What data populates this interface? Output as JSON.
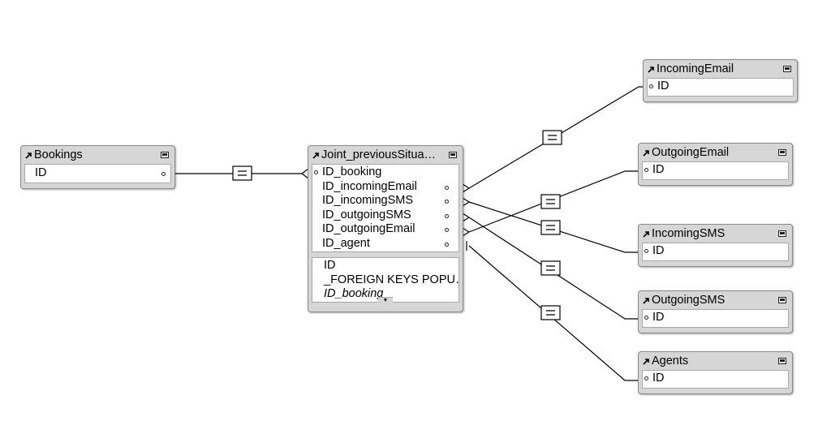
{
  "tables": {
    "bookings": {
      "name": "Bookings",
      "fields": [
        "ID"
      ]
    },
    "joint": {
      "name": "Joint_previousSitua…",
      "keys": [
        "ID_booking",
        "ID_incomingEmail",
        "ID_incomingSMS",
        "ID_outgoingSMS",
        "ID_outgoingEmail",
        "ID_agent"
      ],
      "other": [
        "ID",
        "_FOREIGN KEYS POPU…",
        "ID_booking"
      ]
    },
    "incoming_email": {
      "name": "IncomingEmail",
      "fields": [
        "ID"
      ]
    },
    "outgoing_email": {
      "name": "OutgoingEmail",
      "fields": [
        "ID"
      ]
    },
    "incoming_sms": {
      "name": "IncomingSMS",
      "fields": [
        "ID"
      ]
    },
    "outgoing_sms": {
      "name": "OutgoingSMS",
      "fields": [
        "ID"
      ]
    },
    "agents": {
      "name": "Agents",
      "fields": [
        "ID"
      ]
    }
  },
  "relationships": [
    {
      "from": "Bookings.ID",
      "to": "Joint_previousSitua….ID_booking",
      "operator": "="
    },
    {
      "from": "Joint_previousSitua….ID_incomingEmail",
      "to": "IncomingEmail.ID",
      "operator": "="
    },
    {
      "from": "Joint_previousSitua….ID_outgoingEmail",
      "to": "OutgoingEmail.ID",
      "operator": "="
    },
    {
      "from": "Joint_previousSitua….ID_incomingSMS",
      "to": "IncomingSMS.ID",
      "operator": "="
    },
    {
      "from": "Joint_previousSitua….ID_outgoingSMS",
      "to": "OutgoingSMS.ID",
      "operator": "="
    },
    {
      "from": "Joint_previousSitua….ID_agent",
      "to": "Agents.ID",
      "operator": "="
    }
  ],
  "icons": {
    "table_arrow": "arrow-icon",
    "collapse": "collapse-icon",
    "key": "key-dot-icon"
  },
  "colors": {
    "table_bg": "#d6d6d6",
    "line": "#000000"
  }
}
